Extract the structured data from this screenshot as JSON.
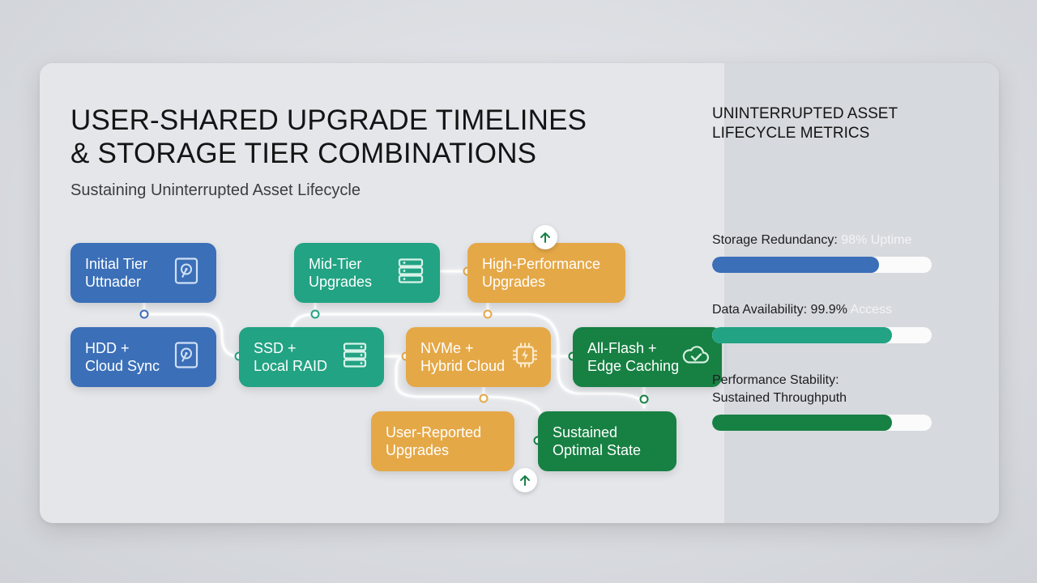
{
  "title": {
    "line1": "USER-SHARED UPGRADE TIMELINES",
    "line2": "& STORAGE TIER COMBINATIONS"
  },
  "subtitle": "Sustaining Uninterrupted Asset Lifecycle",
  "nodes": {
    "initial_tier": {
      "label": "Initial Tier\nUttnader",
      "icon": "drive-icon"
    },
    "hdd_cloud": {
      "label": "HDD +\nCloud Sync",
      "icon": "hard-drive-icon"
    },
    "ssd_raid": {
      "label": "SSD +\nLocal RAID",
      "icon": "server-stack-icon"
    },
    "mid_tier": {
      "label": "Mid-Tier\nUpgrades",
      "icon": "server-rack-icon"
    },
    "high_perf": {
      "label": "High-Performance\nUpgrades"
    },
    "nvme_hybrid": {
      "label": "NVMe +\nHybrid Cloud",
      "icon": "chip-icon"
    },
    "all_flash": {
      "label": "All-Flash +\nEdge Caching",
      "icon": "cloud-check-icon"
    },
    "user_reported": {
      "label": "User-Reported\nUpgrades"
    },
    "sustained": {
      "label": "Sustained\nOptimal State"
    }
  },
  "colors": {
    "blue": "#3b6fb8",
    "teal": "#22a383",
    "orange": "#e5a847",
    "green": "#178043"
  },
  "metrics": {
    "title": {
      "line1": "UNINTERRUPTED ASSET",
      "line2": "LIFECYCLE METRICS"
    },
    "items": [
      {
        "label": "Storage Redundancy: ",
        "faded": "98% Uptime",
        "fill": 0.76,
        "color": "#3b6fb8"
      },
      {
        "label": "Data Availability: 99.9% ",
        "faded": "Access",
        "fill": 0.82,
        "color": "#22a383"
      },
      {
        "label": "Performance Stability:\nSustained Throughputh",
        "faded": "",
        "fill": 0.82,
        "color": "#178043"
      }
    ]
  }
}
